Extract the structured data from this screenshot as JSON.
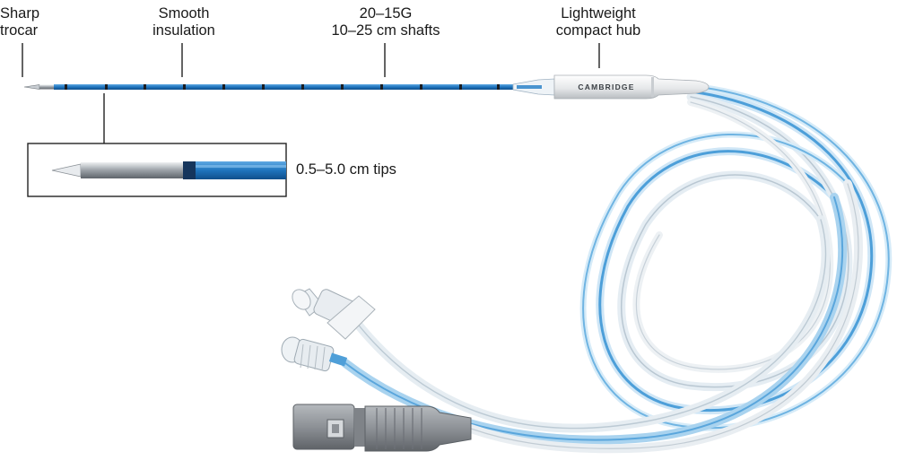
{
  "labels": {
    "trocar": [
      "Sharp",
      "trocar"
    ],
    "insulation": [
      "Smooth",
      "insulation"
    ],
    "gauge": [
      "20–15G",
      "10–25 cm shafts"
    ],
    "hub": [
      "Lightweight",
      "compact hub"
    ],
    "tips": "0.5–5.0 cm tips"
  },
  "hub_brand": "CAMBRIDGE",
  "colors": {
    "insulation_blue": "#2d83c9",
    "tube_blue": "#a9d3ef",
    "tube_clear": "#e8eef3",
    "connector_gray": "#8d9196",
    "steel": "#b7bcc2"
  }
}
